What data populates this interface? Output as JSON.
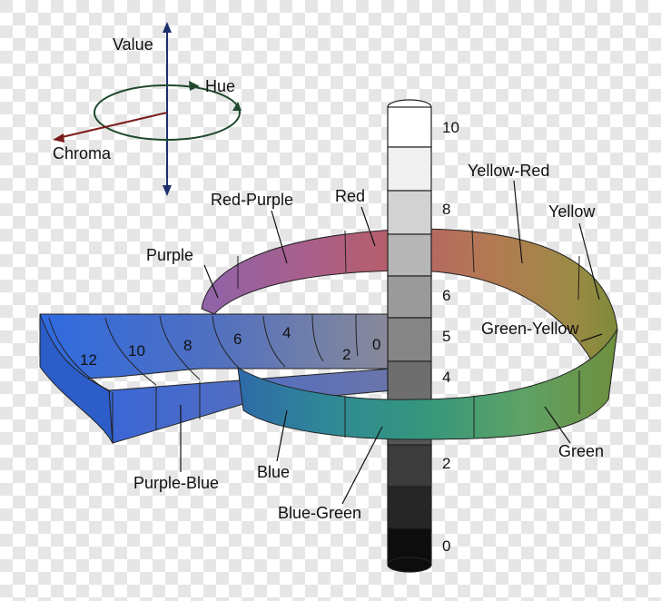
{
  "axes_key": {
    "value": "Value",
    "hue": "Hue",
    "chroma": "Chroma",
    "value_color": "#1c2e6b",
    "hue_color": "#1f4a2e",
    "chroma_color": "#7a1c1c"
  },
  "value_scale": [
    "10",
    "8",
    "6",
    "5",
    "4",
    "2",
    "0"
  ],
  "chroma_scale": [
    "12",
    "10",
    "8",
    "6",
    "4",
    "2",
    "0"
  ],
  "hues": {
    "red": "Red",
    "yellow_red": "Yellow-Red",
    "yellow": "Yellow",
    "green_yellow": "Green-Yellow",
    "green": "Green",
    "blue_green": "Blue-Green",
    "blue": "Blue",
    "purple_blue": "Purple-Blue",
    "purple": "Purple",
    "red_purple": "Red-Purple"
  },
  "colors": {
    "red": "#b75f6b",
    "yellow_red": "#b37a52",
    "yellow": "#8e8a3c",
    "green_yellow": "#6e8f3e",
    "green": "#5a9a63",
    "blue_green": "#2f8a80",
    "blue": "#2e79a6",
    "purple_blue": "#3a5fc0",
    "purple": "#8f63a8",
    "red_purple": "#a85f8c",
    "checker_light": "#ffffff",
    "checker_dark": "#e6e6e6"
  }
}
